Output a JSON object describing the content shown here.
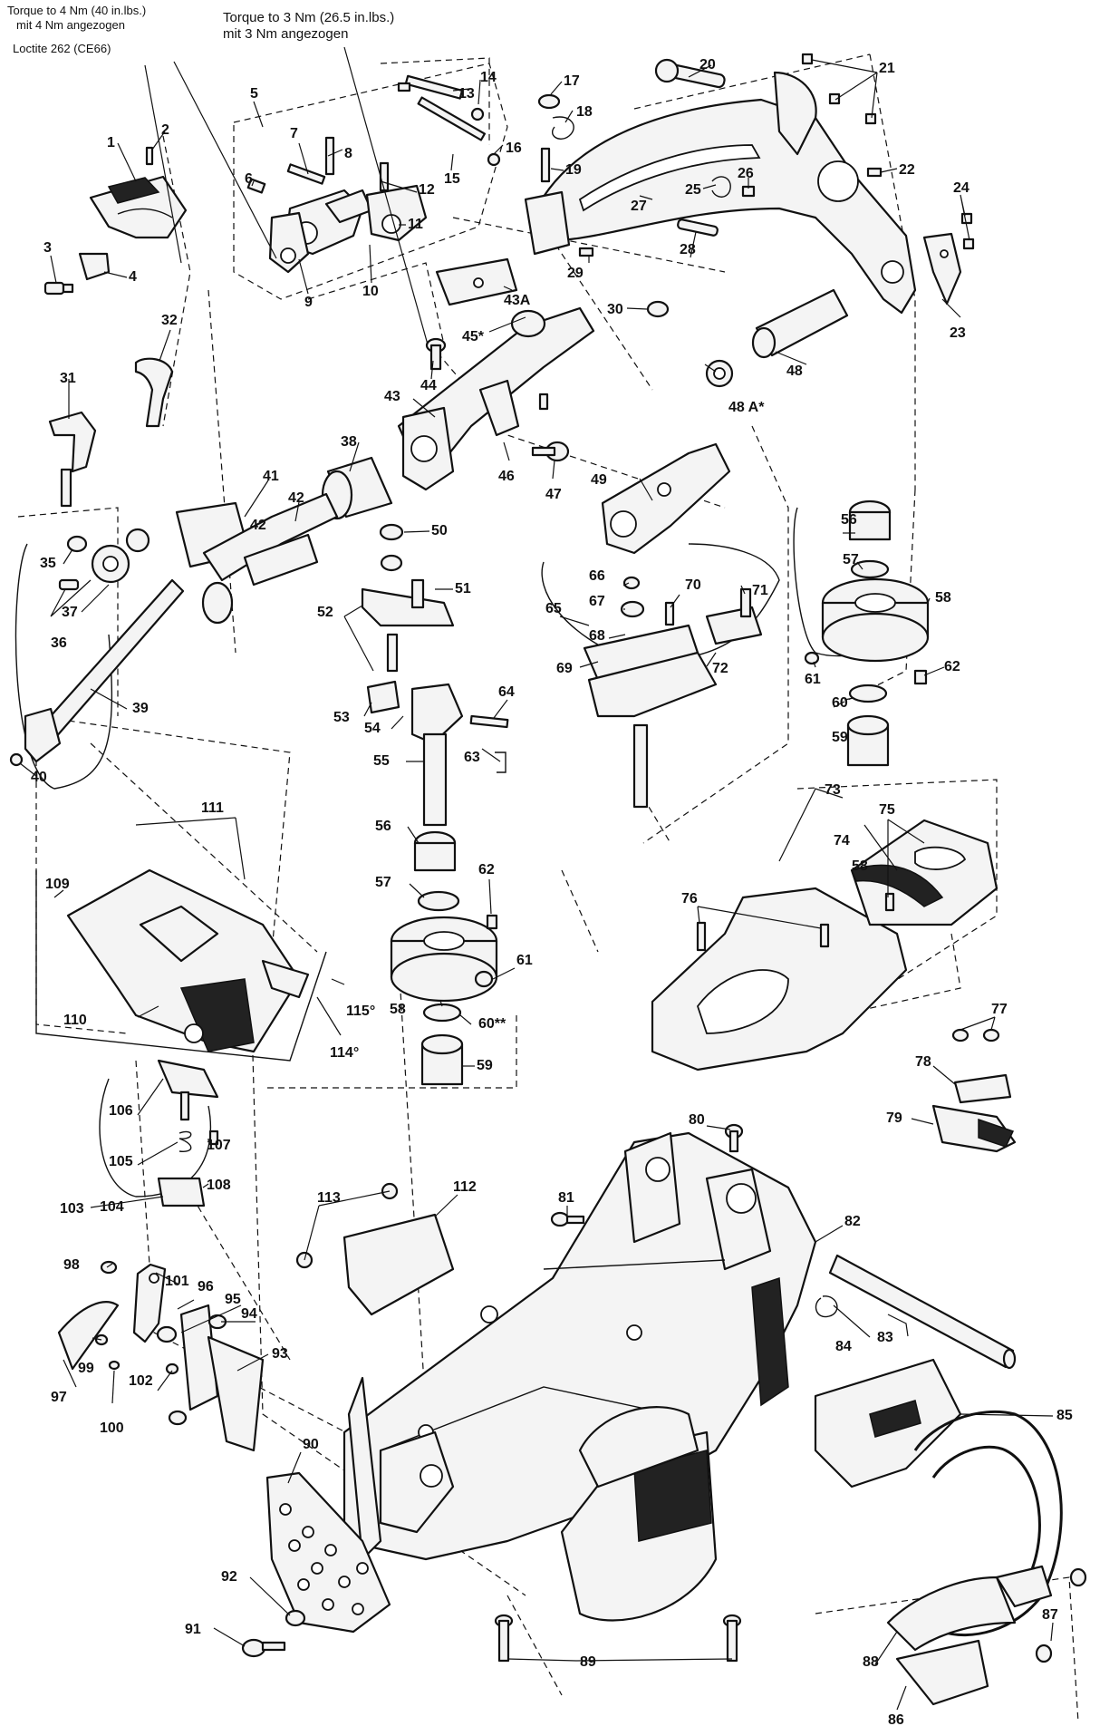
{
  "notes": {
    "torque_4nm_en": "Torque to 4 Nm (40 in.lbs.)",
    "torque_4nm_de": "mit 4 Nm angezogen",
    "loctite": "Loctite 262 (CE66)",
    "torque_3nm_en": "Torque to 3 Nm (26.5 in.lbs.)",
    "torque_3nm_de": "mit 3 Nm angezogen"
  },
  "labels": [
    "1",
    "2",
    "3",
    "4",
    "5",
    "6",
    "7",
    "8",
    "9",
    "10",
    "11",
    "12",
    "13",
    "14",
    "15",
    "16",
    "17",
    "18",
    "19",
    "20",
    "21",
    "22",
    "23",
    "24",
    "25",
    "26",
    "27",
    "28",
    "29",
    "30",
    "31",
    "32",
    "35",
    "36",
    "37",
    "38",
    "39",
    "40",
    "41",
    "42",
    "43",
    "43A",
    "44",
    "45*",
    "46",
    "47",
    "48",
    "48 A*",
    "49",
    "50",
    "51",
    "52",
    "53",
    "54",
    "55",
    "56",
    "57",
    "58",
    "59",
    "60",
    "60**",
    "61",
    "62",
    "63",
    "64",
    "65",
    "66",
    "67",
    "68",
    "69",
    "70",
    "71",
    "72",
    "73",
    "74",
    "75",
    "76",
    "77",
    "78",
    "79",
    "80",
    "81",
    "82",
    "83",
    "84",
    "85",
    "86",
    "87",
    "88",
    "89",
    "90",
    "91",
    "92",
    "93",
    "94",
    "95",
    "96",
    "97",
    "98",
    "99",
    "100",
    "101",
    "102",
    "103",
    "104",
    "105",
    "106",
    "107",
    "108",
    "109",
    "110",
    "111",
    "112",
    "113",
    "114°",
    "115°"
  ]
}
